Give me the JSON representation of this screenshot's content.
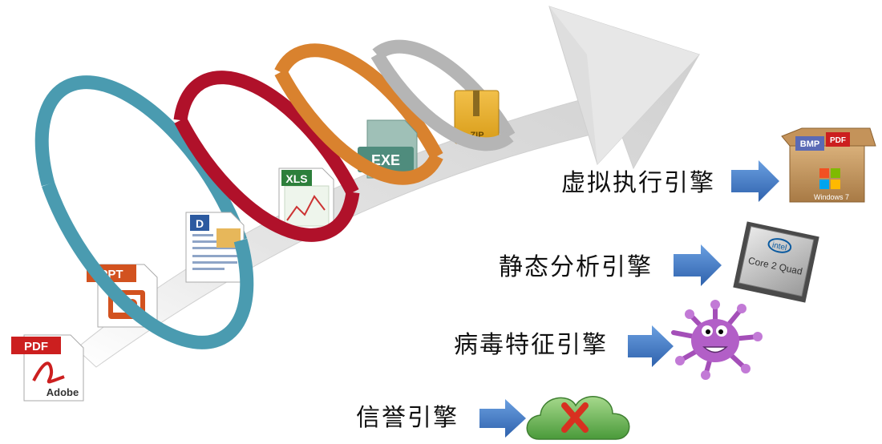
{
  "file_types": {
    "pdf": "PDF",
    "pdf_brand": "Adobe",
    "ppt": "PPT",
    "doc": "D",
    "xls": "XLS",
    "exe": "EXE",
    "zip": "ZIP"
  },
  "engines": [
    {
      "label": "虚拟执行引擎",
      "icon": "sandbox-box-icon",
      "badges": [
        "BMP",
        "PDF",
        "Windows 7"
      ]
    },
    {
      "label": "静态分析引擎",
      "icon": "cpu-chip-icon",
      "badges": [
        "intel",
        "Core 2 Quad"
      ]
    },
    {
      "label": "病毒特征引擎",
      "icon": "virus-icon"
    },
    {
      "label": "信誉引擎",
      "icon": "cloud-reject-icon"
    }
  ],
  "colors": {
    "ring_1": "#4a9bb0",
    "ring_2": "#b0112a",
    "ring_3": "#d9822e",
    "ring_4": "#b5b5b5",
    "arrow_blue": "#3d79c6",
    "big_arrow": "#e2e2e2"
  }
}
